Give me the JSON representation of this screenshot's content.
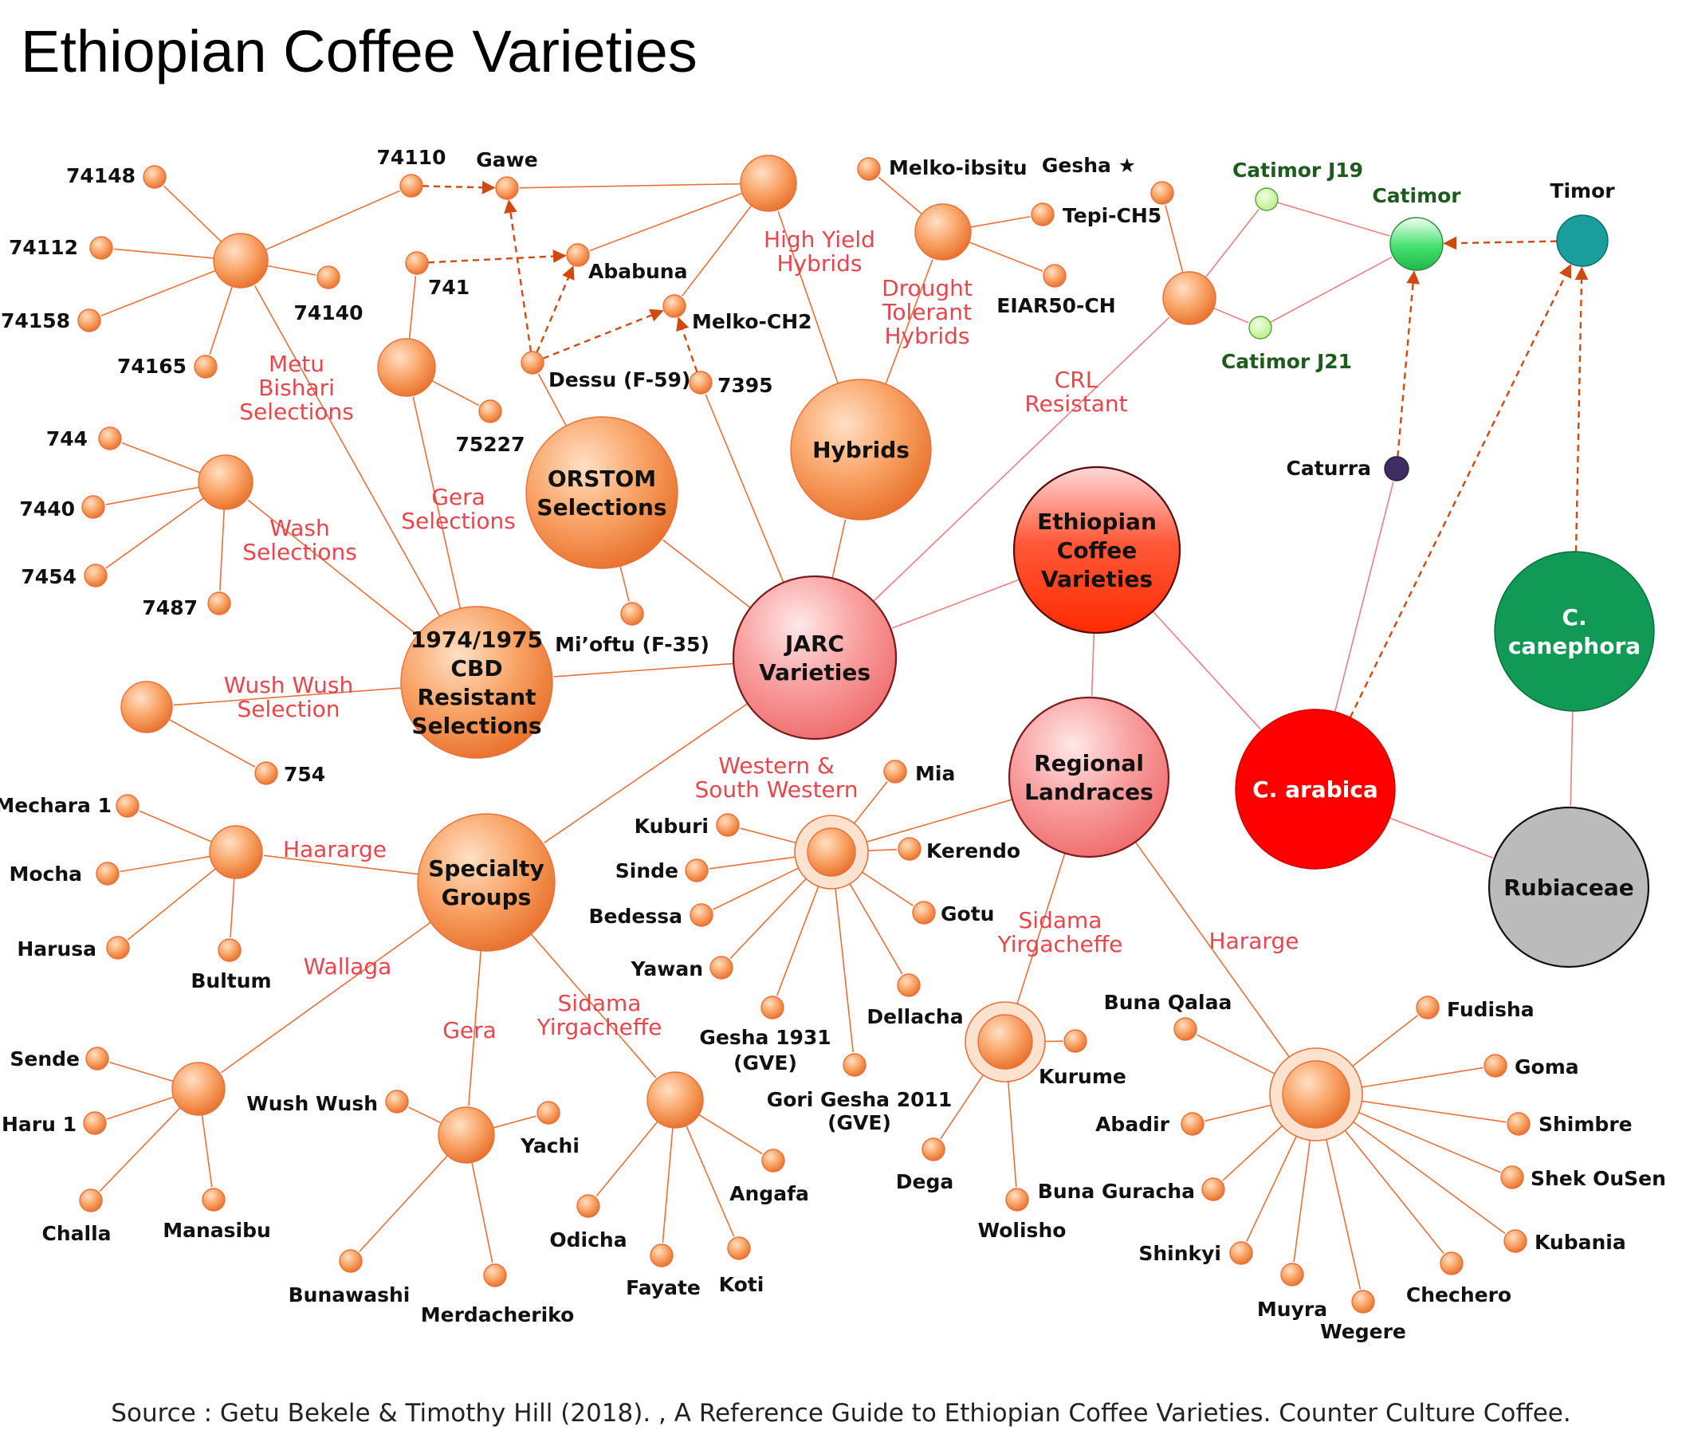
{
  "title": "Ethiopian Coffee Varieties",
  "source": "Source : Getu Bekele & Timothy Hill (2018). , A Reference Guide to Ethiopian Coffee Varieties. Counter Culture Coffee.",
  "colors": {
    "node_orange": "#f7a266",
    "node_pink": "#f58a8a",
    "node_red": "#ff0000",
    "node_green": "#1a9a55",
    "node_teal": "#1a9a9a",
    "node_gray": "#bdbdbd",
    "node_purple": "#3a2a5a",
    "node_lightgreen": "#ccf2a0",
    "edge": "#e8703a",
    "group_label": "#e8454d",
    "green_label": "#1f5a1f"
  },
  "nodes": [
    {
      "id": "ecv",
      "text": [
        "Ethiopian",
        "Coffee",
        "Varieties"
      ],
      "cls": "inner",
      "color": "red-grad"
    },
    {
      "id": "jarc",
      "text": [
        "JARC",
        "Varieties"
      ],
      "cls": "inner",
      "color": "pink"
    },
    {
      "id": "regional",
      "text": [
        "Regional",
        "Landraces"
      ],
      "cls": "inner",
      "color": "pink"
    },
    {
      "id": "arabica",
      "text": [
        "C. arabica"
      ],
      "cls": "inner-w",
      "color": "red"
    },
    {
      "id": "canephora",
      "text": [
        "C.",
        "canephora"
      ],
      "cls": "inner-w",
      "color": "green"
    },
    {
      "id": "rubiaceae",
      "text": [
        "Rubiaceae"
      ],
      "cls": "inner",
      "color": "gray"
    },
    {
      "id": "timor",
      "text": [],
      "label": "Timor",
      "color": "teal"
    },
    {
      "id": "catimor",
      "text": [],
      "label": "Catimor",
      "color": "lightgreen-big"
    },
    {
      "id": "catimor_j19",
      "text": [],
      "label": "Catimor J19",
      "color": "lightgreen"
    },
    {
      "id": "catimor_j21",
      "text": [],
      "label": "Catimor J21",
      "color": "lightgreen"
    },
    {
      "id": "caturra",
      "text": [],
      "label": "Caturra",
      "color": "purple"
    },
    {
      "id": "orstom",
      "text": [
        "ORSTOM",
        "Selections"
      ],
      "cls": "inner",
      "color": "orange"
    },
    {
      "id": "hybrids",
      "text": [
        "Hybrids"
      ],
      "cls": "inner",
      "color": "orange"
    },
    {
      "id": "cbd",
      "text": [
        "1974/1975",
        "CBD",
        "Resistant",
        "Selections"
      ],
      "cls": "inner",
      "color": "orange"
    },
    {
      "id": "specialty",
      "text": [
        "Specialty",
        "Groups"
      ],
      "cls": "inner",
      "color": "orange"
    }
  ],
  "leaves": {
    "metu": [
      "74148",
      "74112",
      "74158",
      "74165",
      "74140",
      "74110"
    ],
    "gera_sel": [
      "741",
      "75227"
    ],
    "wash": [
      "744",
      "7440",
      "7454",
      "7487"
    ],
    "wushwush_sel": [
      "754"
    ],
    "orstom": [
      "Gawe",
      "Ababuna",
      "Melko-CH2",
      "Dessu (F-59)",
      "7395",
      "Mi’oftu (F-35)"
    ],
    "hybrids": [
      "Melko-ibsitu",
      "Tepi-CH5",
      "EIAR50-CH"
    ],
    "crl": [
      "Gesha ★"
    ],
    "haararge": [
      "Mechara 1",
      "Mocha",
      "Harusa",
      "Bultum"
    ],
    "wallaga": [
      "Sende",
      "Haru 1",
      "Challa",
      "Manasibu"
    ],
    "gera": [
      "Wush Wush",
      "Yachi",
      "Bunawashi",
      "Merdacheriko"
    ],
    "sidama_sp": [
      "Angafa",
      "Odicha",
      "Fayate",
      "Koti"
    ],
    "western": [
      "Mia",
      "Kuburi",
      "Sinde",
      "Kerendo",
      "Bedessa",
      "Gotu",
      "Yawan",
      "Dellacha",
      "Gesha 1931",
      "(GVE)",
      "Gori Gesha 2011",
      "(GVE)"
    ],
    "sidama_rg": [
      "Kurume",
      "Dega",
      "Wolisho"
    ],
    "hararge": [
      "Buna Qalaa",
      "Fudisha",
      "Goma",
      "Abadir",
      "Shimbre",
      "Shek OuSen",
      "Buna Guracha",
      "Kubania",
      "Shinkyi",
      "Muyra",
      "Wegere",
      "Chechero"
    ]
  },
  "group_labels": {
    "metu": [
      "Metu",
      "Bishari",
      "Selections"
    ],
    "gera_sel": [
      "Gera",
      "Selections"
    ],
    "wash": [
      "Wash",
      "Selections"
    ],
    "wushwush": [
      "Wush Wush",
      "Selection"
    ],
    "high_yield": [
      "High Yield",
      "Hybrids"
    ],
    "drought": [
      "Drought",
      "Tolerant",
      "Hybrids"
    ],
    "crl": [
      "CRL",
      "Resistant"
    ],
    "haararge": [
      "Haararge"
    ],
    "wallaga": [
      "Wallaga"
    ],
    "gera": [
      "Gera"
    ],
    "sidama_sp": [
      "Sidama",
      "Yirgacheffe"
    ],
    "western": [
      "Western &",
      "South Western"
    ],
    "sidama_rg": [
      "Sidama",
      "Yirgacheffe"
    ],
    "hararge": [
      "Hararge"
    ]
  }
}
